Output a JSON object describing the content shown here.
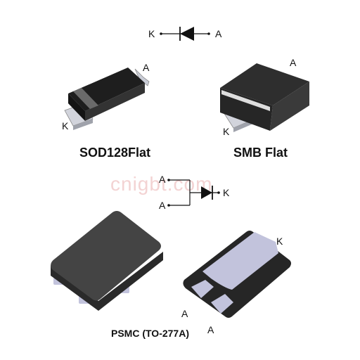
{
  "top_symbol": {
    "left_label": "K",
    "right_label": "A"
  },
  "package_sod128": {
    "title": "SOD128Flat",
    "anode_label": "A",
    "cathode_label": "K"
  },
  "package_smb": {
    "title": "SMB Flat",
    "anode_label": "A",
    "cathode_label": "K"
  },
  "middle_symbol": {
    "anode_top_label": "A",
    "anode_bottom_label": "A",
    "cathode_label": "K"
  },
  "package_psmc": {
    "title": "PSMC (TO-277A)",
    "cathode_label": "K",
    "anode_label_1": "A",
    "anode_label_2": "A"
  },
  "watermark": "cnigbt.com",
  "colors": {
    "body_dark": "#2b2b2b",
    "lead_silver": "#c9ccd6",
    "stripe": "#dedede",
    "pad_lilac": "#c2c3dc"
  }
}
